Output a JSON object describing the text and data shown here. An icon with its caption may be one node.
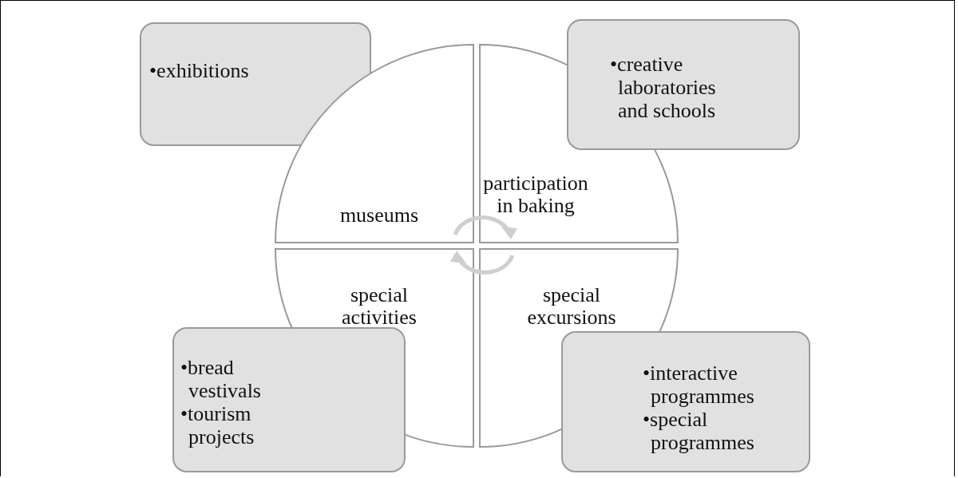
{
  "diagram": {
    "nodes": [
      {
        "text": [
          "•exhibitions"
        ]
      },
      {
        "text": [
          "museums"
        ]
      },
      {
        "text": [
          "participation in baking"
        ]
      },
      {
        "text": [
          "•creative laboratories and schools"
        ]
      },
      {
        "text": [
          "special activities"
        ]
      },
      {
        "text": [
          "special excursions"
        ]
      },
      {
        "text": [
          "•bread vestivals",
          "•tourism projects"
        ]
      },
      {
        "text": [
          "•interactive programmes",
          "•special programmes"
        ]
      }
    ]
  }
}
